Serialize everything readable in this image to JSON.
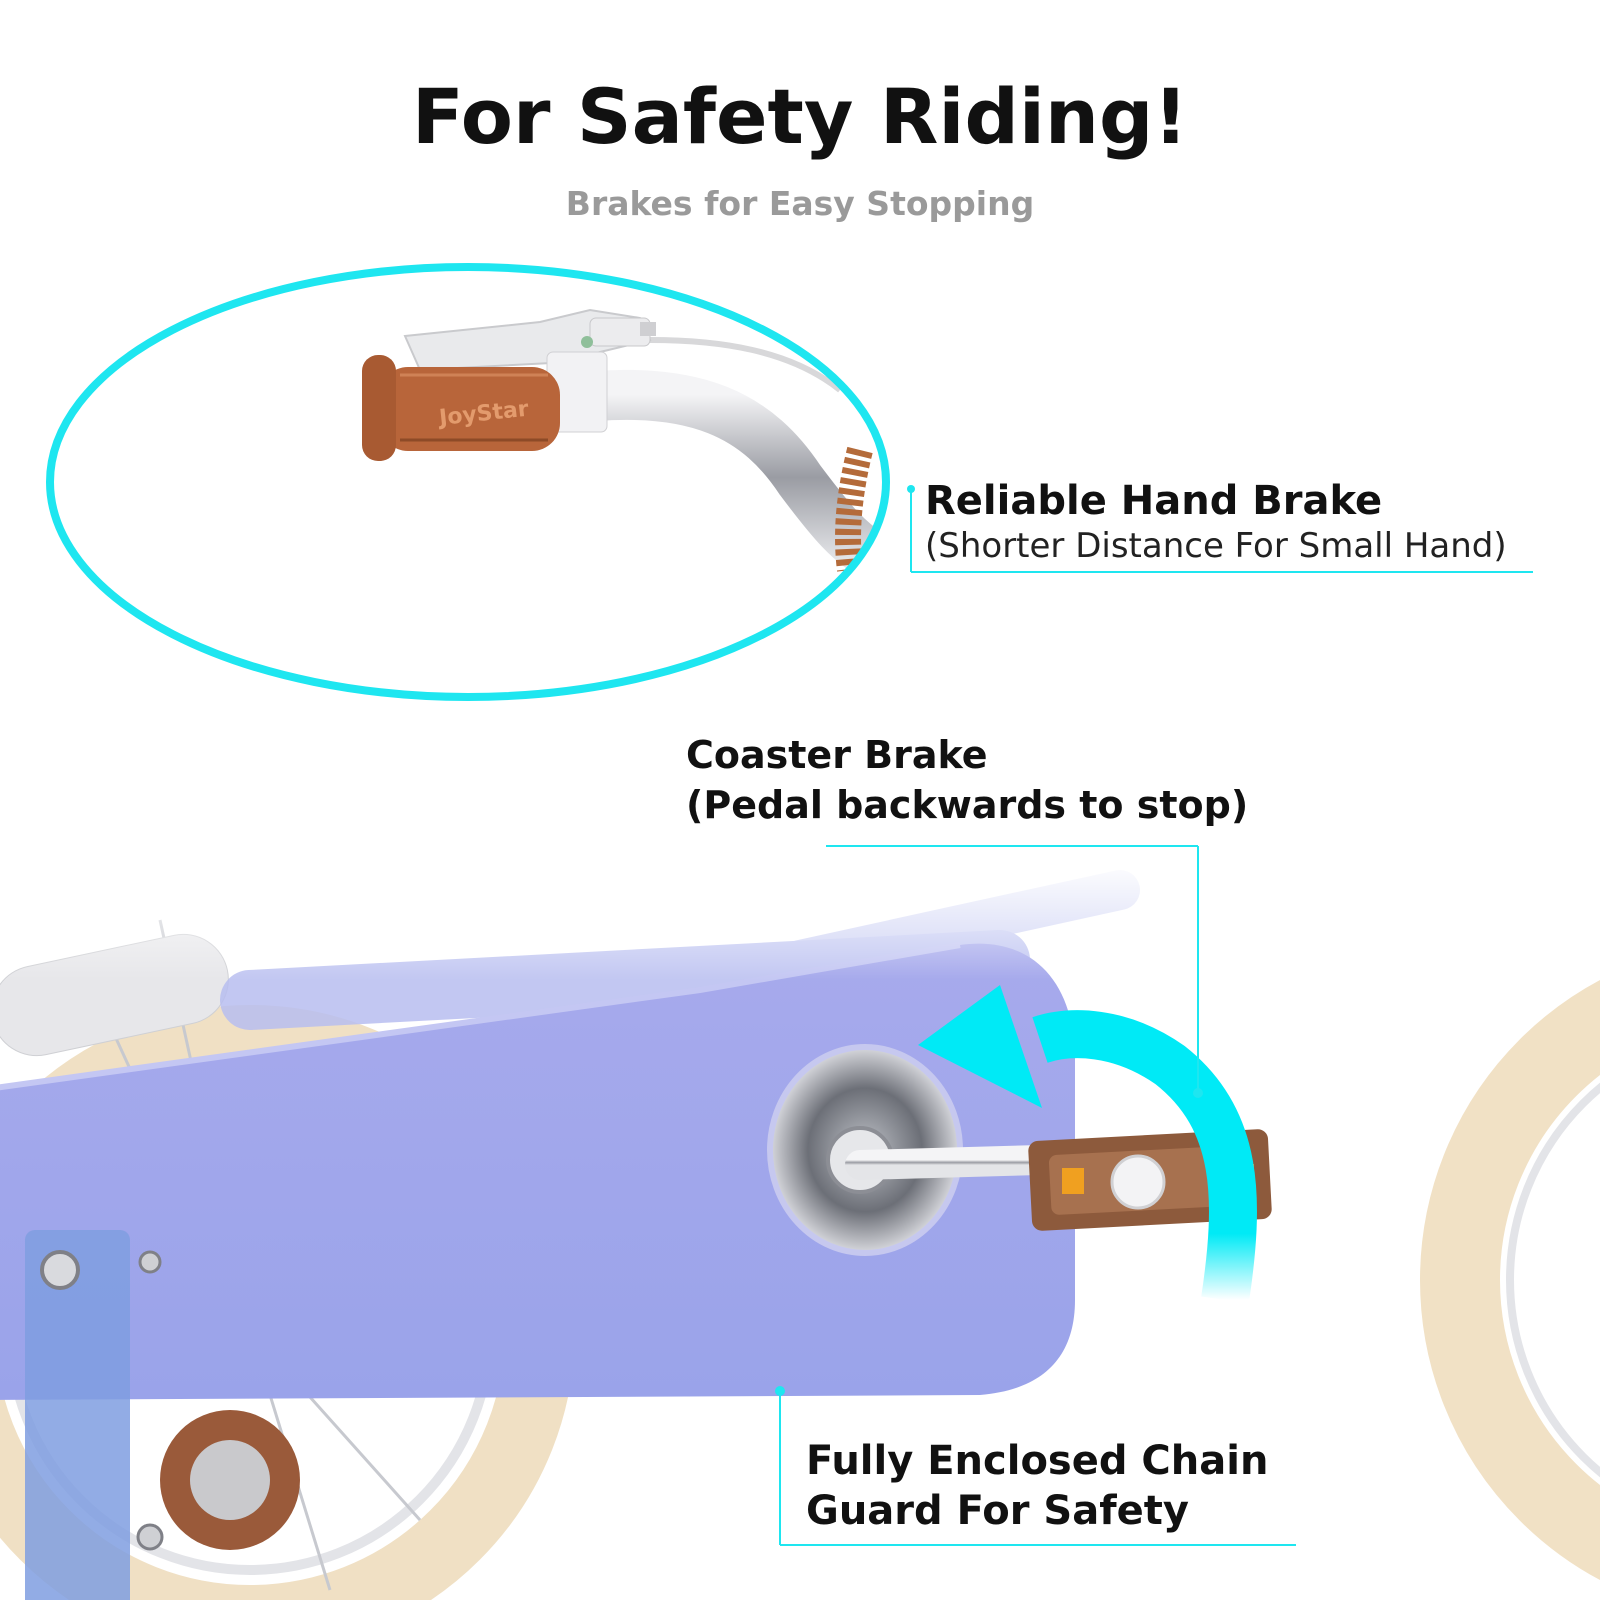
{
  "header": {
    "title": "For Safety Riding!",
    "subtitle": "Brakes for Easy Stopping"
  },
  "callouts": {
    "hand_brake": {
      "title": "Reliable Hand Brake",
      "detail": "(Shorter Distance For Small Hand)"
    },
    "coaster_brake": {
      "title": "Coaster Brake",
      "detail": "(Pedal backwards to stop)"
    },
    "chain_guard": {
      "line1": "Fully Enclosed Chain",
      "line2": "Guard For Safety"
    }
  },
  "grip_brand": "JoyStar",
  "colors": {
    "accent": "#1ee6f0",
    "frame": "#9aa2ec",
    "grip": "#b8653a",
    "tire": "#f3e2c6"
  }
}
